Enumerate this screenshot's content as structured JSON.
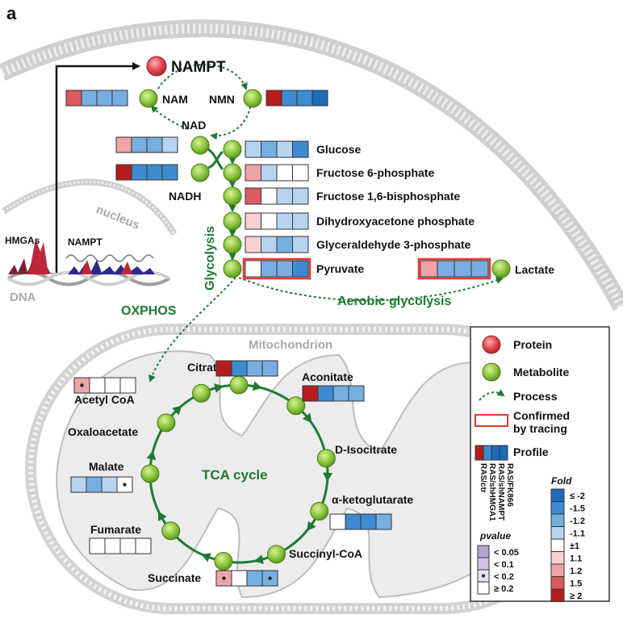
{
  "panel_label": "a",
  "protein": "NAMPT",
  "labels": {
    "nam": "NAM",
    "nmn": "NMN",
    "nad": "NAD",
    "nadh": "NADH",
    "nucleus": "nucleus",
    "dna": "DNA",
    "hmgas": "HMGAs",
    "nampt_gene": "NAMPT",
    "glycolysis": "Glycolysis",
    "oxphos": "OXPHOS",
    "aerobic": "Aerobic glycolysis",
    "mitochondrion": "Mitochondrion",
    "tca": "TCA cycle"
  },
  "glycolysis_metabolites": [
    "Glucose",
    "Fructose 6-phosphate",
    "Fructose 1,6-bisphosphate",
    "Dihydroxyacetone phosphate",
    "Glyceraldehyde 3-phosphate",
    "Pyruvate"
  ],
  "lactate": "Lactate",
  "tca_metabolites": [
    "Citrate",
    "Aconitate",
    "D-Isocitrate",
    "α-ketoglutarate",
    "Succinyl-CoA",
    "Succinate",
    "Fumarate",
    "Malate",
    "Oxaloacetate",
    "Acetyl CoA"
  ],
  "legend": {
    "protein": "Protein",
    "metabolite": "Metabolite",
    "process": "Process",
    "confirmed_line1": "Confirmed",
    "confirmed_line2": "by tracing",
    "profile": "Profile",
    "conditions": [
      "RAS/ctr",
      "RAS/shHMGA1",
      "RAS/shNAMPT",
      "RAS/FK866"
    ],
    "fold_title": "Fold",
    "fold_labels": [
      "≤ -2",
      "-1.5",
      "-1.2",
      "-1.1",
      "±1",
      "1.1",
      "1.2",
      "1.5",
      "≥ 2"
    ],
    "pvalue_title": "pvalue",
    "pvalue_labels": [
      "< 0.05",
      "< 0.1",
      "< 0.2",
      "≥ 0.2"
    ]
  },
  "colors": {
    "metabolite": "#8dc63f",
    "protein": "#e5454d",
    "process_green": "#1e7a32",
    "confirmed_red": "#e53935",
    "fold_scale": [
      "#1e6bb8",
      "#3d8bd0",
      "#76aee0",
      "#b7d3ef",
      "#ffffff",
      "#f6d0d2",
      "#eea3a7",
      "#dc5a5f",
      "#b71c1c"
    ]
  },
  "profiles": {
    "nam": [
      7,
      2,
      2,
      2
    ],
    "nmn": [
      8,
      1,
      1,
      0
    ],
    "nad": [
      6,
      2,
      2,
      3
    ],
    "nadh": [
      8,
      1,
      1,
      1
    ],
    "glucose": [
      3,
      2,
      3,
      1
    ],
    "fructose6p": [
      6,
      3,
      4,
      4
    ],
    "fructose16bp": [
      7,
      4,
      3,
      3
    ],
    "dhap": [
      5,
      4,
      3,
      3
    ],
    "gap": [
      5,
      3,
      2,
      3
    ],
    "pyruvate": [
      4,
      2,
      2,
      1
    ],
    "lactate": [
      6,
      2,
      2,
      2
    ],
    "citrate": [
      8,
      1,
      2,
      2
    ],
    "aconitate": [
      8,
      1,
      2,
      2
    ],
    "akg": [
      4,
      1,
      1,
      2
    ],
    "succinate": [
      6,
      4,
      2,
      2
    ],
    "fumarate": [
      4,
      4,
      4,
      4
    ],
    "malate": [
      3,
      2,
      3,
      4
    ],
    "acetylcoa": [
      6,
      4,
      4,
      4
    ]
  }
}
